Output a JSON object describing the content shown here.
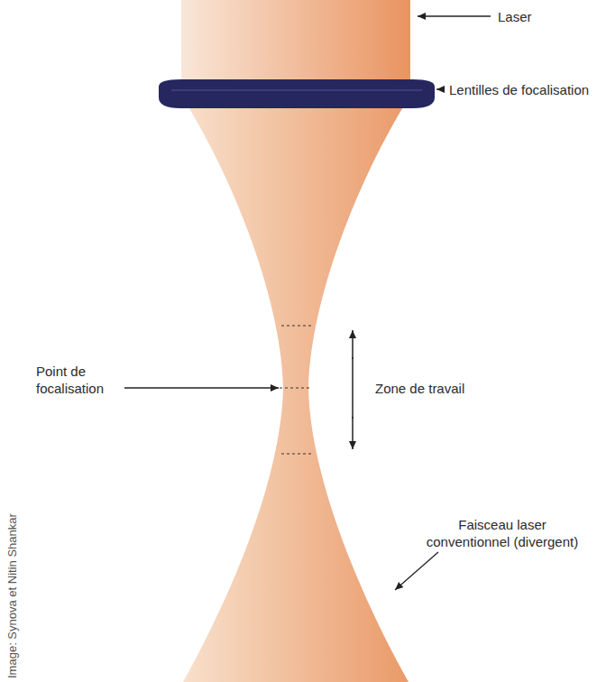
{
  "diagram": {
    "labels": [
      "Laser",
      "Lentilles de focalisation",
      "Point de focalisation",
      "Zone de travail",
      "Faisceau laser conventionnel (divergent)",
      "Image: Synova et Nitin Shankar"
    ]
  }
}
